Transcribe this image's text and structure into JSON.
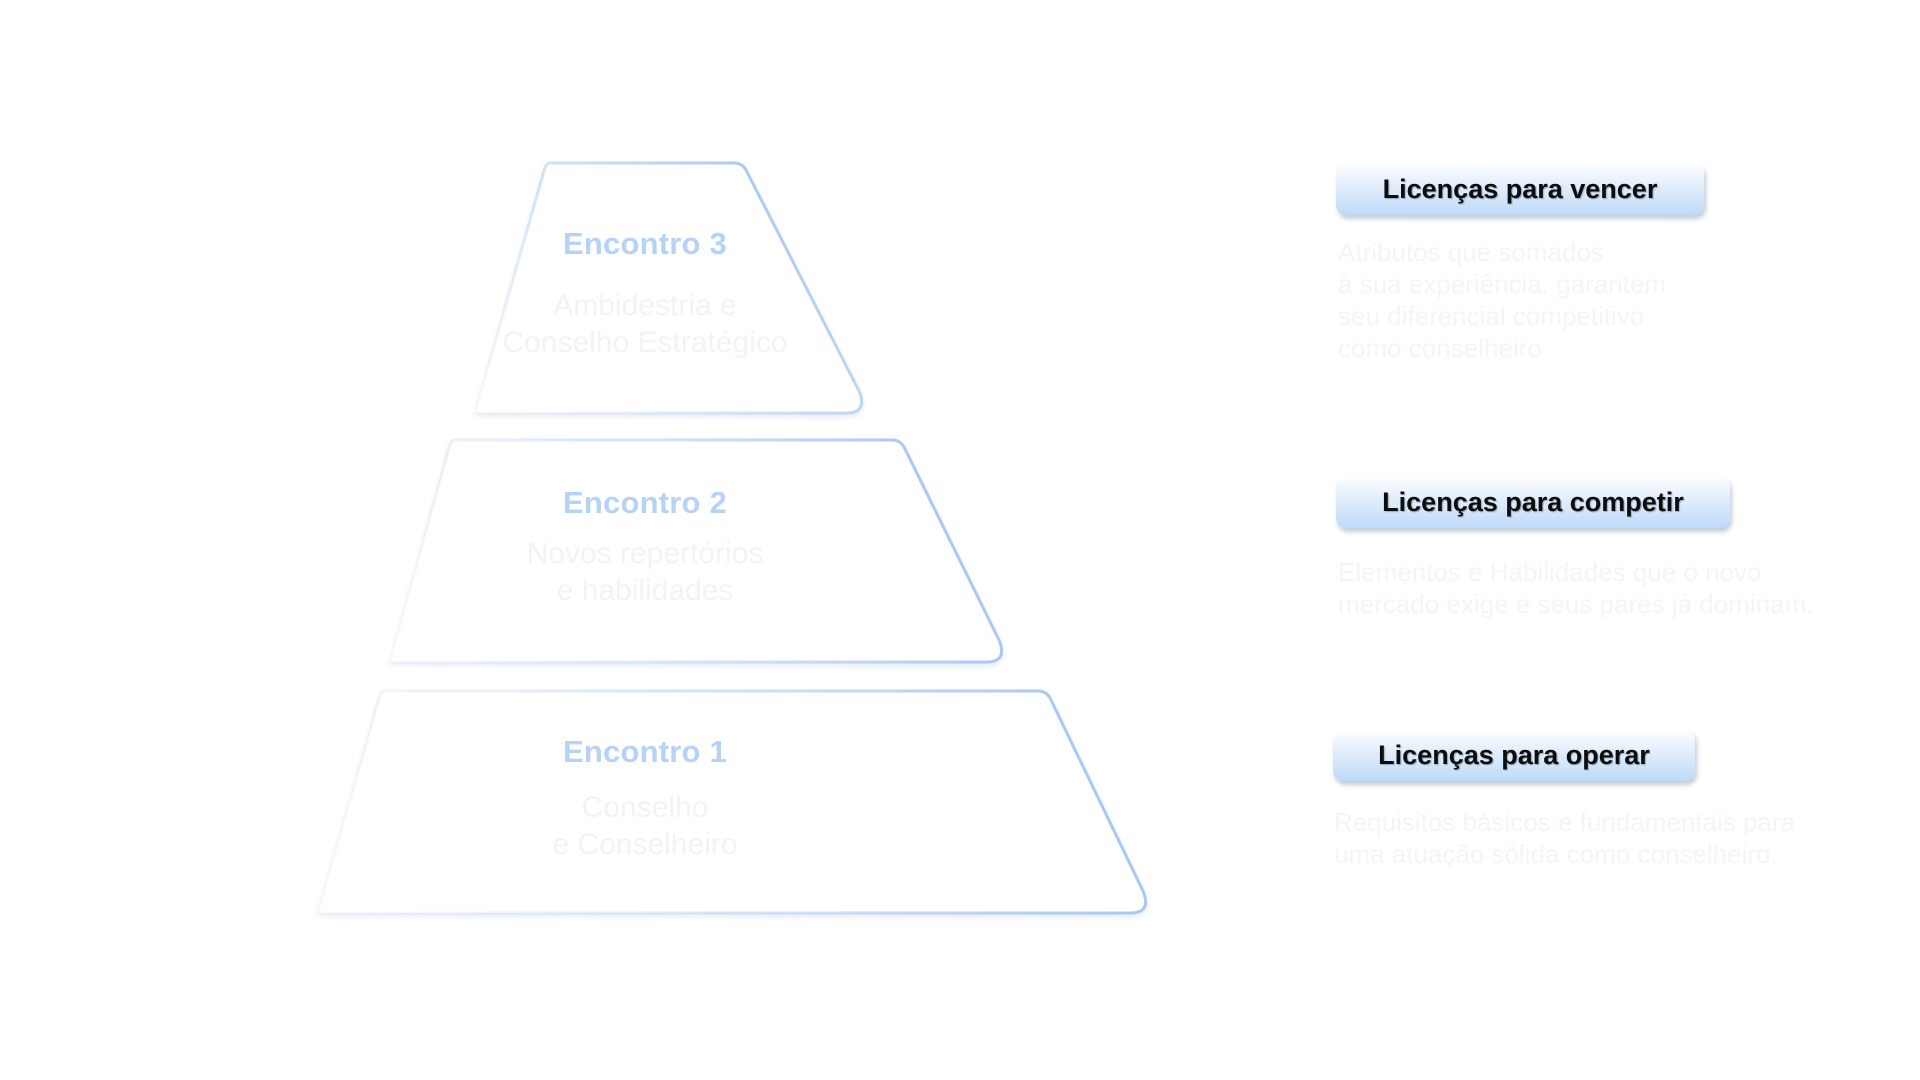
{
  "page": {
    "background": "#ffffff"
  },
  "colors": {
    "layer_outline": "#aecdf3",
    "layer_title": "#b6d2f7",
    "faded_text": "#f3f5f7",
    "badge_gradient_top": "#ffffff",
    "badge_gradient_bottom": "#bedaf9",
    "badge_text": "#0c0d0e"
  },
  "pyramid": {
    "layers": [
      {
        "title": "Encontro 3",
        "subtitle_lines": [
          "Ambidestria e",
          "Conselho Estratégico"
        ]
      },
      {
        "title": "Encontro 2",
        "subtitle_lines": [
          "Novos repertórios",
          "e habilidades"
        ]
      },
      {
        "title": "Encontro 1",
        "subtitle_lines": [
          "Conselho",
          "e Conselheiro"
        ]
      }
    ]
  },
  "licenses": [
    {
      "label": "Licenças para vencer",
      "description_lines": [
        "Atributos que somados",
        "à sua experiência, garantem",
        "seu diferencial competitivo",
        "como conselheiro"
      ]
    },
    {
      "label": "Licenças para competir",
      "description_lines": [
        "Elementos e Habilidades que o novo",
        "mercado exige e seus pares já dominam."
      ]
    },
    {
      "label": "Licenças para operar",
      "description_lines": [
        "Requisitos básicos e fundamentais para",
        "uma atuação sólida como conselheiro."
      ]
    }
  ]
}
